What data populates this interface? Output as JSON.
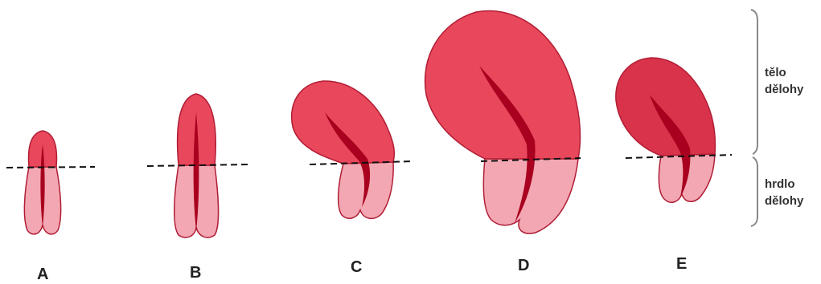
{
  "diagram": {
    "panels": [
      {
        "letter": "A"
      },
      {
        "letter": "B"
      },
      {
        "letter": "C"
      },
      {
        "letter": "D"
      },
      {
        "letter": "E"
      }
    ],
    "regions": {
      "body": {
        "line1": "tělo",
        "line2": "dělohy"
      },
      "cervix": {
        "line1": "hrdlo",
        "line2": "dělohy"
      }
    },
    "colors": {
      "body_fill": "#e8475c",
      "body_fill_dark": "#d9334b",
      "cervix_fill": "#f3a7b3",
      "outline": "#b01e35",
      "cavity": "#a8001e",
      "dashed_line": "#111111",
      "brace": "#888888"
    }
  }
}
